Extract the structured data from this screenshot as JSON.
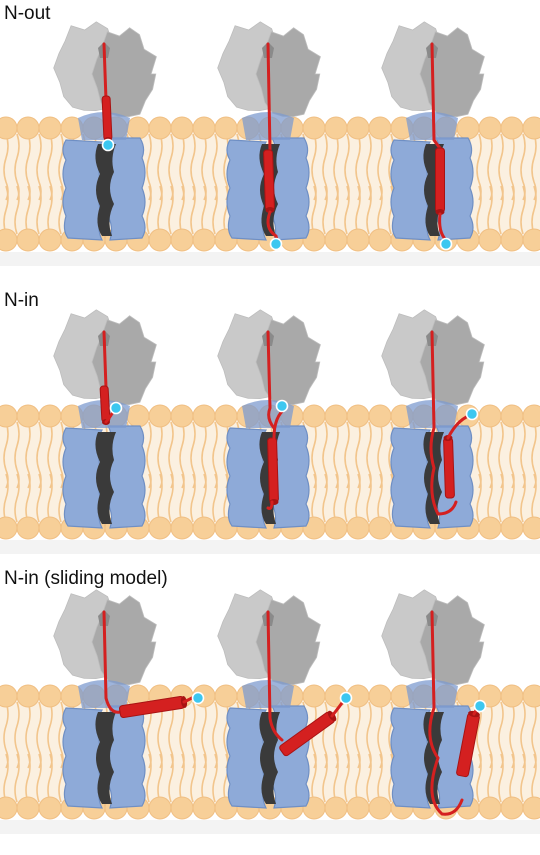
{
  "panels": [
    {
      "label": "N-out",
      "states": [
        "insert-1",
        "insert-2",
        "insert-3"
      ]
    },
    {
      "label": "N-in",
      "states": [
        "insert-1",
        "insert-2",
        "insert-3"
      ]
    },
    {
      "label": "N-in (sliding model)",
      "states": [
        "slide-1",
        "slide-2",
        "slide-3"
      ]
    }
  ],
  "colors": {
    "ribosome_light": "#c9c9c9",
    "ribosome_dark": "#a9a9a9",
    "translocon": "#8eaad8",
    "translocon_edge": "#6f8fc4",
    "pore": "#3a3a3a",
    "helix": "#d42020",
    "helix_dark": "#a81313",
    "membrane_head": "#f7cf98",
    "membrane_tail": "#f2c58c",
    "terminus": "#3cc7f0"
  }
}
